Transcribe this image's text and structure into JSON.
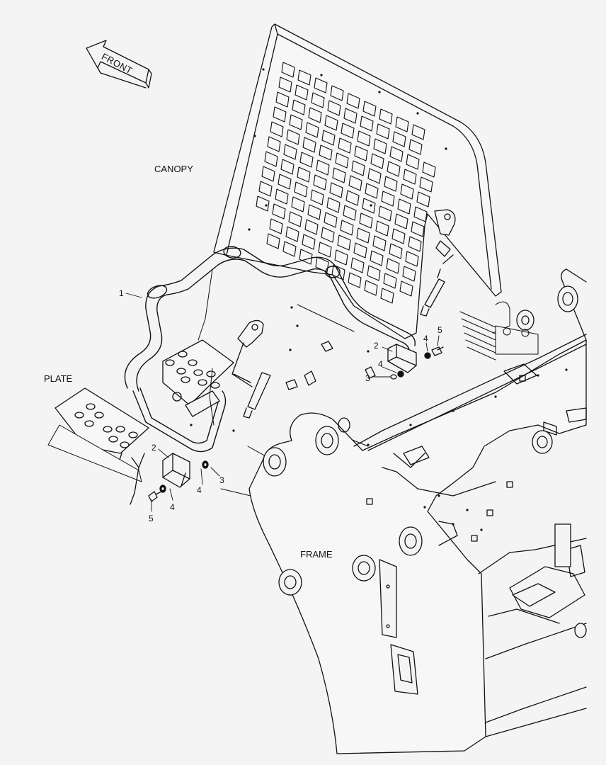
{
  "diagram": {
    "arrow_label": "FRONT",
    "canopy_label": "CANOPY",
    "plate_label": "PLATE",
    "frame_label": "FRAME",
    "callouts": {
      "c1": "1",
      "c2_left": "2",
      "c2_right": "2",
      "c3_left": "3",
      "c3_right": "3",
      "c4_left_a": "4",
      "c4_left_b": "4",
      "c4_right_a": "4",
      "c4_right_b": "4",
      "c5_left": "5",
      "c5_right": "5"
    }
  }
}
